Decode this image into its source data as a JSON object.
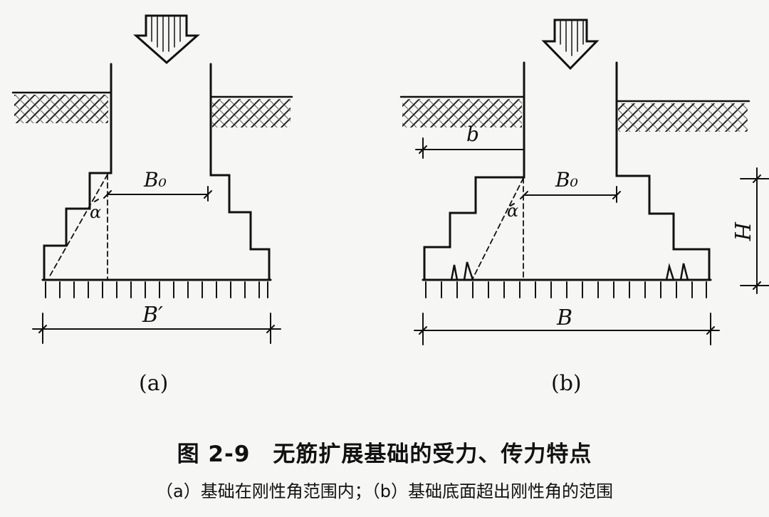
{
  "figure": {
    "title": "图 2-9　无筋扩展基础的受力、传力特点",
    "subtitle": "（a）基础在刚性角范围内；（b）基础底面超出刚性角的范围"
  },
  "panel_a": {
    "label": "(a)",
    "width_base_label": "B₀",
    "width_bottom_label": "B′",
    "angle_label": "α"
  },
  "panel_b": {
    "label": "(b)",
    "offset_label": "b",
    "width_base_label": "B₀",
    "width_bottom_label": "B",
    "angle_label": "α",
    "height_label": "H"
  }
}
